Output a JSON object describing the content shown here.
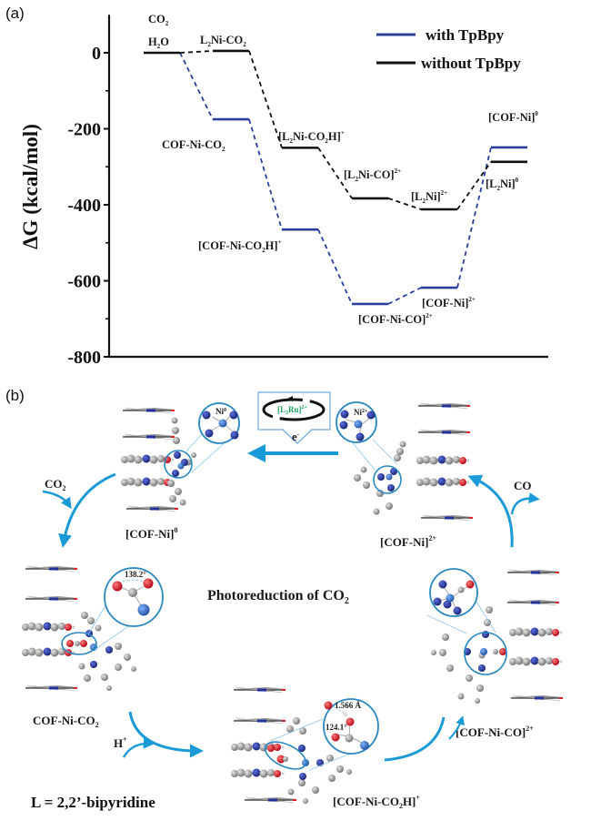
{
  "panel_a_label": "(a)",
  "panel_b_label": "(b)",
  "chart_data": {
    "type": "line",
    "title": "",
    "xlabel": "",
    "ylabel": "ΔG (kcal/mol)",
    "ylim": [
      -800,
      100
    ],
    "yticks": [
      0,
      -200,
      -400,
      -600,
      -800
    ],
    "ytick_labels": [
      "0",
      "-200",
      "-400",
      "-600",
      "-800"
    ],
    "grid": false,
    "legend": {
      "placement": "top-right",
      "entries": [
        "with TpBpy",
        "without TpBpy"
      ]
    },
    "steps": [
      1,
      2,
      3,
      4,
      5,
      6
    ],
    "series": [
      {
        "name": "with TpBpy",
        "color": "#2a3f9e",
        "states": [
          "CO2 H2O",
          "COF-Ni-CO2",
          "[COF-Ni-CO2H]+",
          "[COF-Ni-CO]2+",
          "[COF-Ni]2+",
          "[COF-Ni]0"
        ],
        "values": [
          0,
          -175,
          -465,
          -661,
          -618,
          -249
        ]
      },
      {
        "name": "without TpBpy",
        "color": "#111111",
        "states": [
          "CO2 H2O",
          "L2Ni-CO2",
          "[L2Ni-CO2H]+",
          "[L2Ni-CO]2+",
          "[L2Ni]2+",
          "[L2Ni]0"
        ],
        "values": [
          0,
          5,
          -250,
          -383,
          -412,
          -287
        ]
      }
    ],
    "annotations": {
      "start": {
        "top": "CO",
        "top_sub": "2",
        "bottom": "H",
        "bottom_sub": "2",
        "bottom_tail": "O"
      },
      "labels": [
        {
          "pre": "L",
          "s1": "2",
          "mid": "Ni-CO",
          "s2": "2",
          "post": "",
          "sup": ""
        },
        {
          "pre": "COF-Ni-CO",
          "s1": "2",
          "mid": "",
          "s2": "",
          "post": "",
          "sup": ""
        },
        {
          "pre": "[L",
          "s1": "2",
          "mid": "Ni-CO",
          "s2": "2",
          "post": "H]",
          "sup": "+"
        },
        {
          "pre": "[COF-Ni-CO",
          "s1": "2",
          "mid": "H]",
          "s2": "",
          "post": "",
          "sup": "+"
        },
        {
          "pre": "[L",
          "s1": "2",
          "mid": "Ni-CO]",
          "s2": "",
          "post": "",
          "sup": "2+"
        },
        {
          "pre": "[COF-Ni-CO]",
          "s1": "",
          "mid": "",
          "s2": "",
          "post": "",
          "sup": "2+"
        },
        {
          "pre": "[L",
          "s1": "2",
          "mid": "Ni]",
          "s2": "",
          "post": "",
          "sup": "2+"
        },
        {
          "pre": "[COF-Ni]",
          "s1": "",
          "mid": "",
          "s2": "",
          "post": "",
          "sup": "2+"
        },
        {
          "pre": "[COF-Ni]",
          "s1": "",
          "mid": "",
          "s2": "",
          "post": "",
          "sup": "0"
        },
        {
          "pre": "[L",
          "s1": "2",
          "mid": "Ni]",
          "s2": "",
          "post": "",
          "sup": "0"
        }
      ]
    }
  },
  "scheme": {
    "center_title": "Photoreduction of CO",
    "center_title_sub": "2",
    "ligand_note": "L = 2,2’-bipyridine",
    "photosensitizer": {
      "text": "[L",
      "sub": "3",
      "text2": "Ru]",
      "sup": "2+",
      "electron": "e",
      "electron_sup": "-"
    },
    "species": {
      "cof_ni_0": {
        "text": "[COF-Ni]",
        "sup": "0",
        "inset": "Ni",
        "inset_sup": "0"
      },
      "cof_ni_2plus": {
        "text": "[COF-Ni]",
        "sup": "2+",
        "inset": "Ni",
        "inset_sup": "2+"
      },
      "cof_ni_co2": {
        "text": "COF-Ni-CO",
        "sub": "2",
        "angle": "138.2°"
      },
      "cof_ni_co2h": {
        "text": "[COF-Ni-CO",
        "sub": "2",
        "text2": "H]",
        "sup": "+",
        "bond": "1.566 Å",
        "angle": "124.1°"
      },
      "cof_ni_co": {
        "text": "[COF-Ni-CO]",
        "sup": "2+"
      }
    },
    "reagents": {
      "co2_in": {
        "text": "CO",
        "sub": "2"
      },
      "co_out": {
        "text": "CO"
      },
      "h_in": {
        "text": "H",
        "sup": "+"
      }
    },
    "colors": {
      "arrow": "#1a9ad6",
      "nitrogen": "#23319a",
      "oxygen": "#e0202a",
      "carbon": "#8c8c8c",
      "ni": "#2f6fc0"
    }
  }
}
